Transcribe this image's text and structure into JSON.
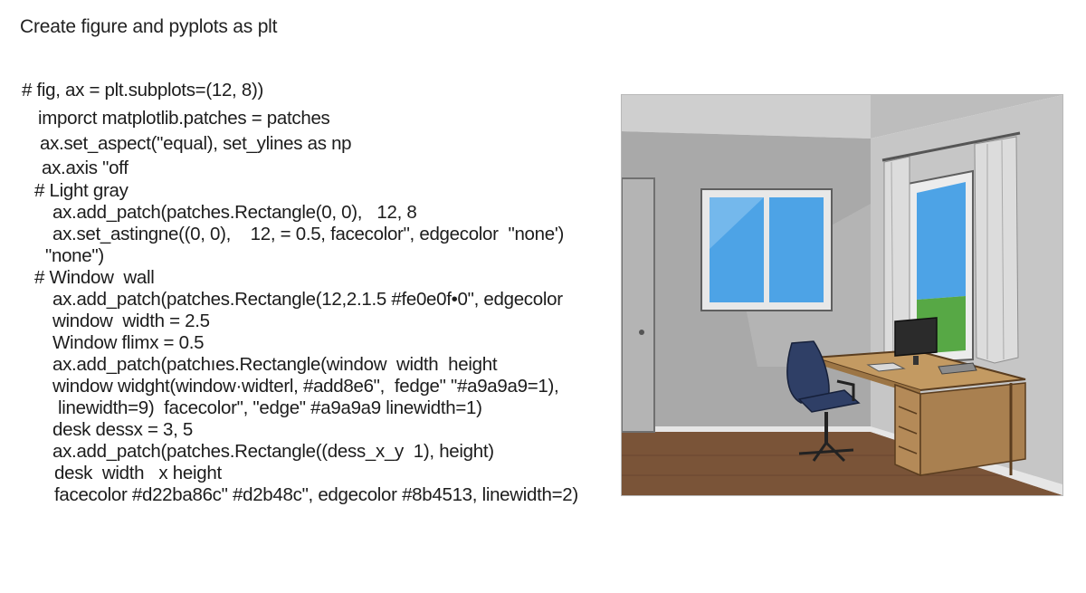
{
  "heading": "Create figure and pyplots as plt",
  "code_lines": [
    "# fig, ax = plt.subplots=(12, 8))",
    "imporct matplotlib.patches = patches",
    "ax.set_aspect(\"equal), set_ylines as np",
    "ax.axis \"off",
    "# Light gray",
    "ax.add_patch(patches.Rectangle(0, 0),   12, 8",
    "ax.set_astingne((0, 0),    12, = 0.5, facecolor\", edgecolor  \"none')",
    "\"none\")",
    "# Window  wall",
    "ax.add_patch(patches.Rectangle(12,2.1.5 #fe0e0f•0\", edgecolor",
    "window  width = 2.5",
    "Window flimx = 0.5",
    "ax.add_patch(patchıes.Rectangle(window  width  height",
    "window widght(window·widterl, #add8e6\",  fedge\" \"#a9a9a9=1),",
    "linewidth=9)  facecolor\", \"edge\" #a9a9a9 linewidth=1)",
    "desk dessx = 3, 5",
    "ax.add_patch(patches.Rectangle((dess_x_y  1), height)",
    "desk  width   x height",
    "facecolor #d22ba86c\" #d2b48c\", edgecolor #8b4513, linewidth=2)"
  ],
  "scene": {
    "description_icon": "room-illustration",
    "colors": {
      "wall_left": "#a7a7a7",
      "wall_back": "#b3b3b3",
      "wall_right": "#c9c9c9",
      "floor": "#7a5438",
      "sky": "#4da3e6",
      "grass": "#57a845",
      "curtain": "#dcdcdc",
      "desk_top": "#c39a62",
      "desk_body": "#b48a58",
      "chair": "#2f3f66",
      "monitor": "#2b2b2b"
    }
  }
}
